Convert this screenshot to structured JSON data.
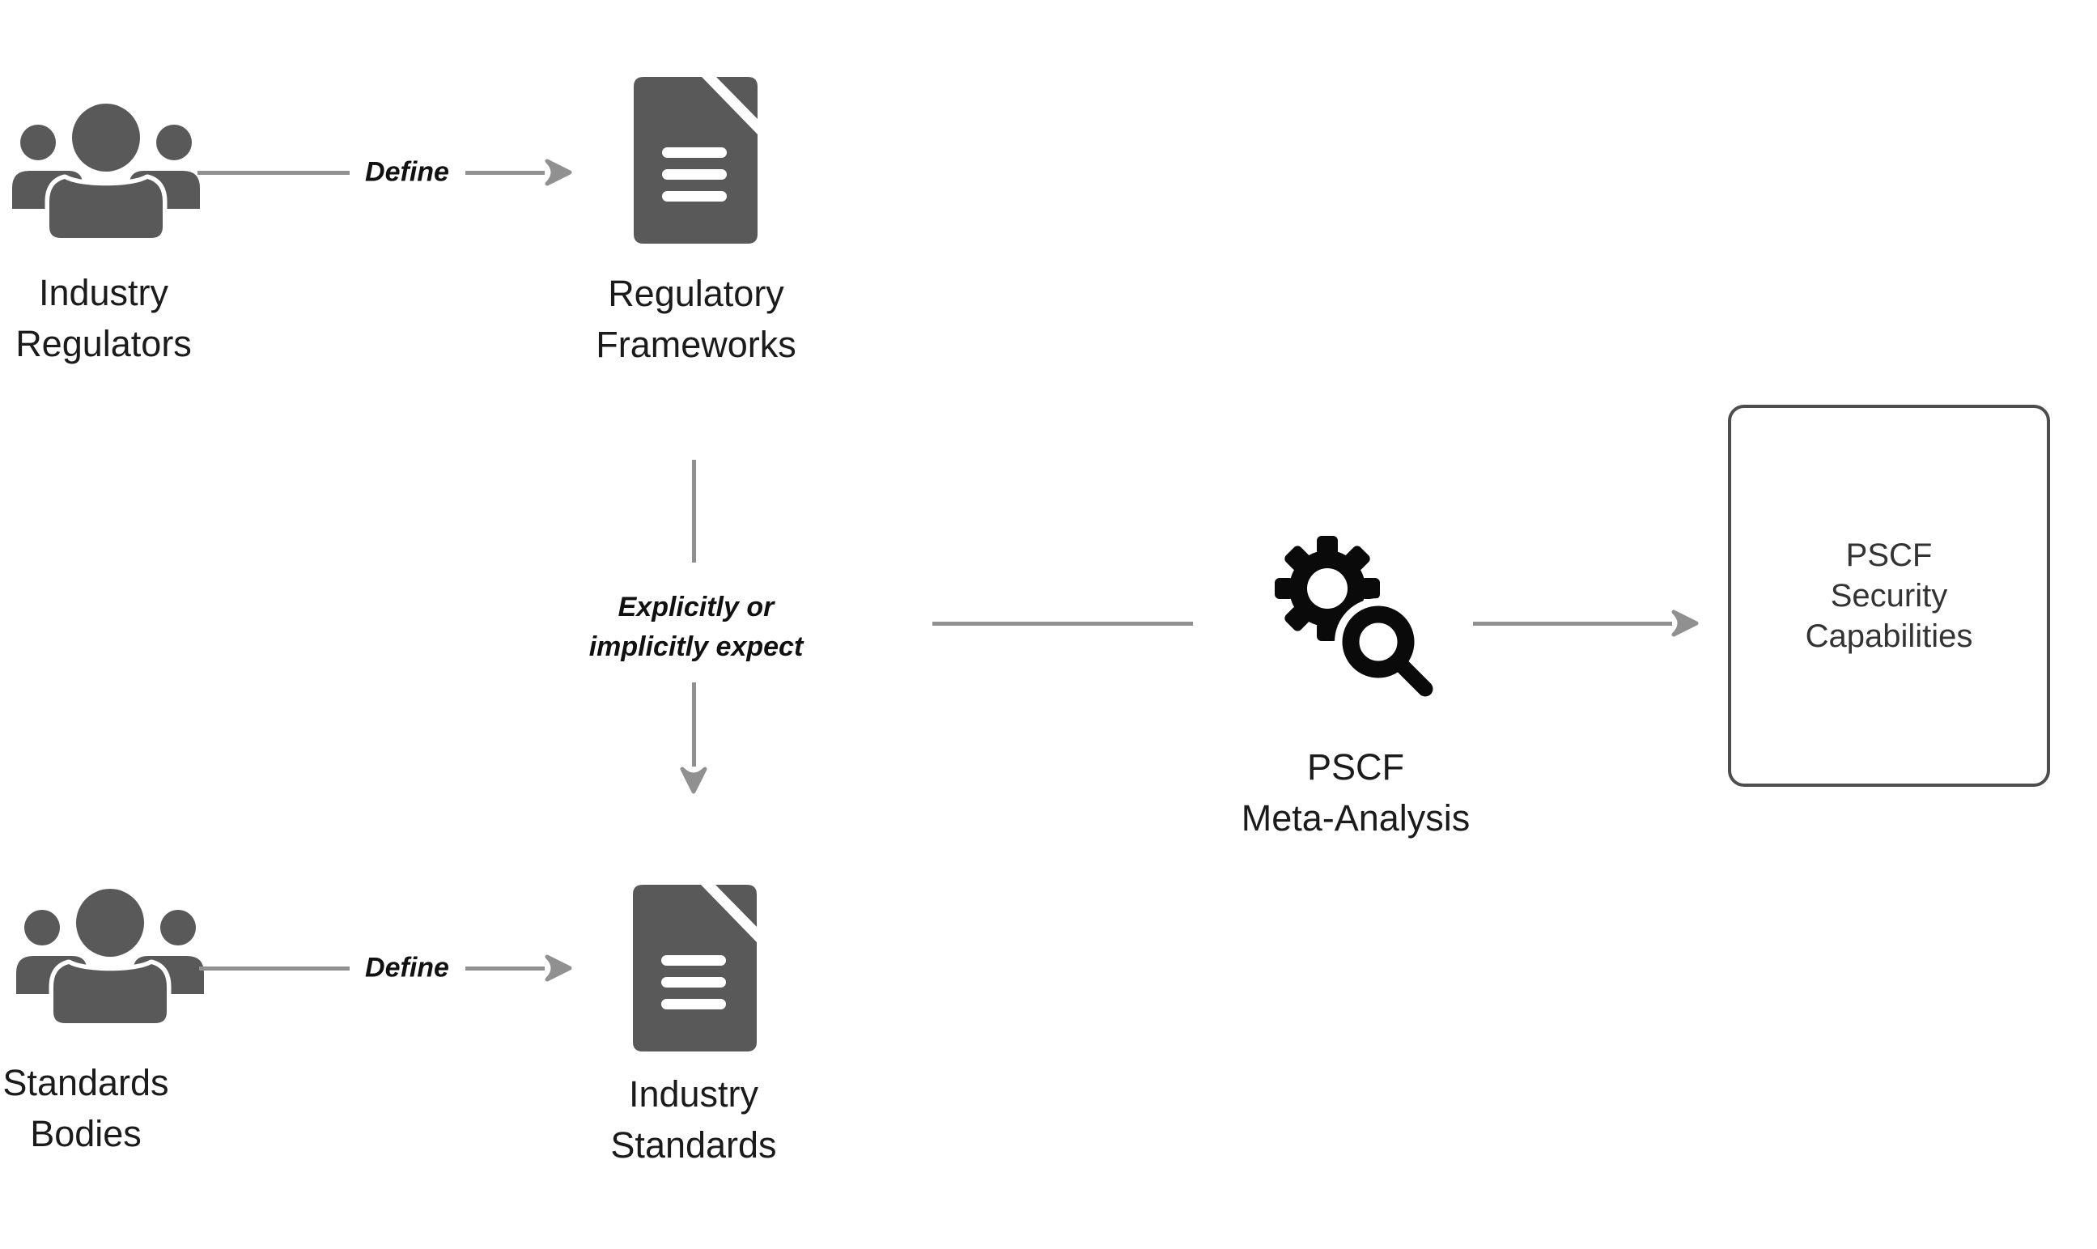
{
  "diagram": {
    "nodes": {
      "industry_regulators": {
        "line1": "Industry",
        "line2": "Regulators",
        "icon": "people-group-icon"
      },
      "regulatory_frameworks": {
        "line1": "Regulatory",
        "line2": "Frameworks",
        "icon": "document-icon"
      },
      "standards_bodies": {
        "line1": "Standards",
        "line2": "Bodies",
        "icon": "people-group-icon"
      },
      "industry_standards": {
        "line1": "Industry",
        "line2": "Standards",
        "icon": "document-icon"
      },
      "pscf_meta_analysis": {
        "line1": "PSCF",
        "line2": "Meta-Analysis",
        "icon": "gear-magnifier-icon"
      },
      "pscf_security_capabilities": {
        "line1": "PSCF",
        "line2": "Security",
        "line3": "Capabilities",
        "shape": "rounded-rectangle"
      }
    },
    "edges": {
      "define_top": {
        "label": "Define",
        "from": "industry_regulators",
        "to": "regulatory_frameworks"
      },
      "define_bottom": {
        "label": "Define",
        "from": "standards_bodies",
        "to": "industry_standards"
      },
      "expect": {
        "line1": "Explicitly or",
        "line2": "implicitly expect",
        "from": "regulatory_frameworks",
        "to": "industry_standards"
      },
      "to_meta_analysis": {
        "label": ""
      },
      "to_capabilities": {
        "label": ""
      }
    },
    "colors": {
      "icon_gray": "#595959",
      "connector_gray": "#909090",
      "label_text": "#1b1b1b",
      "annotation_text": "#111111",
      "box_border": "#4d4d4d",
      "box_text": "#333333",
      "meta_icon_black": "#0a0a0a",
      "background": "#ffffff"
    }
  }
}
